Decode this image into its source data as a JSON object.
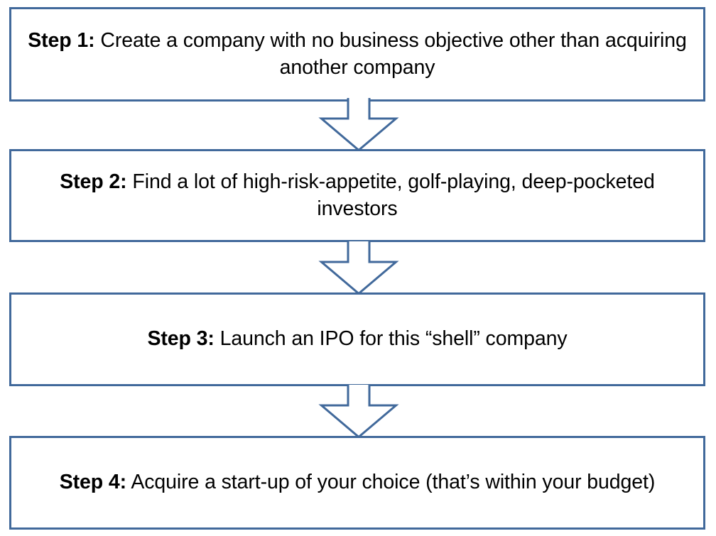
{
  "diagram": {
    "type": "vertical-flowchart",
    "title": "",
    "accent_color": "#41699B",
    "text_color": "#000000",
    "background_color": "#FFFFFF",
    "steps": [
      {
        "label": "Step 1:",
        "text": "Create a company with no business objective other than acquiring another company"
      },
      {
        "label": "Step 2:",
        "text": "Find a lot of high-risk-appetite, golf-playing, deep-pocketed investors"
      },
      {
        "label": "Step 3:",
        "text": "Launch an IPO for this “shell” company"
      },
      {
        "label": "Step 4:",
        "text": "Acquire a start-up of your choice (that’s within your budget)"
      }
    ],
    "connectors": [
      {
        "name": "down-arrow-1",
        "from": "Step 1:",
        "to": "Step 2:"
      },
      {
        "name": "down-arrow-2",
        "from": "Step 2:",
        "to": "Step 3:"
      },
      {
        "name": "down-arrow-3",
        "from": "Step 3:",
        "to": "Step 4:"
      }
    ]
  }
}
